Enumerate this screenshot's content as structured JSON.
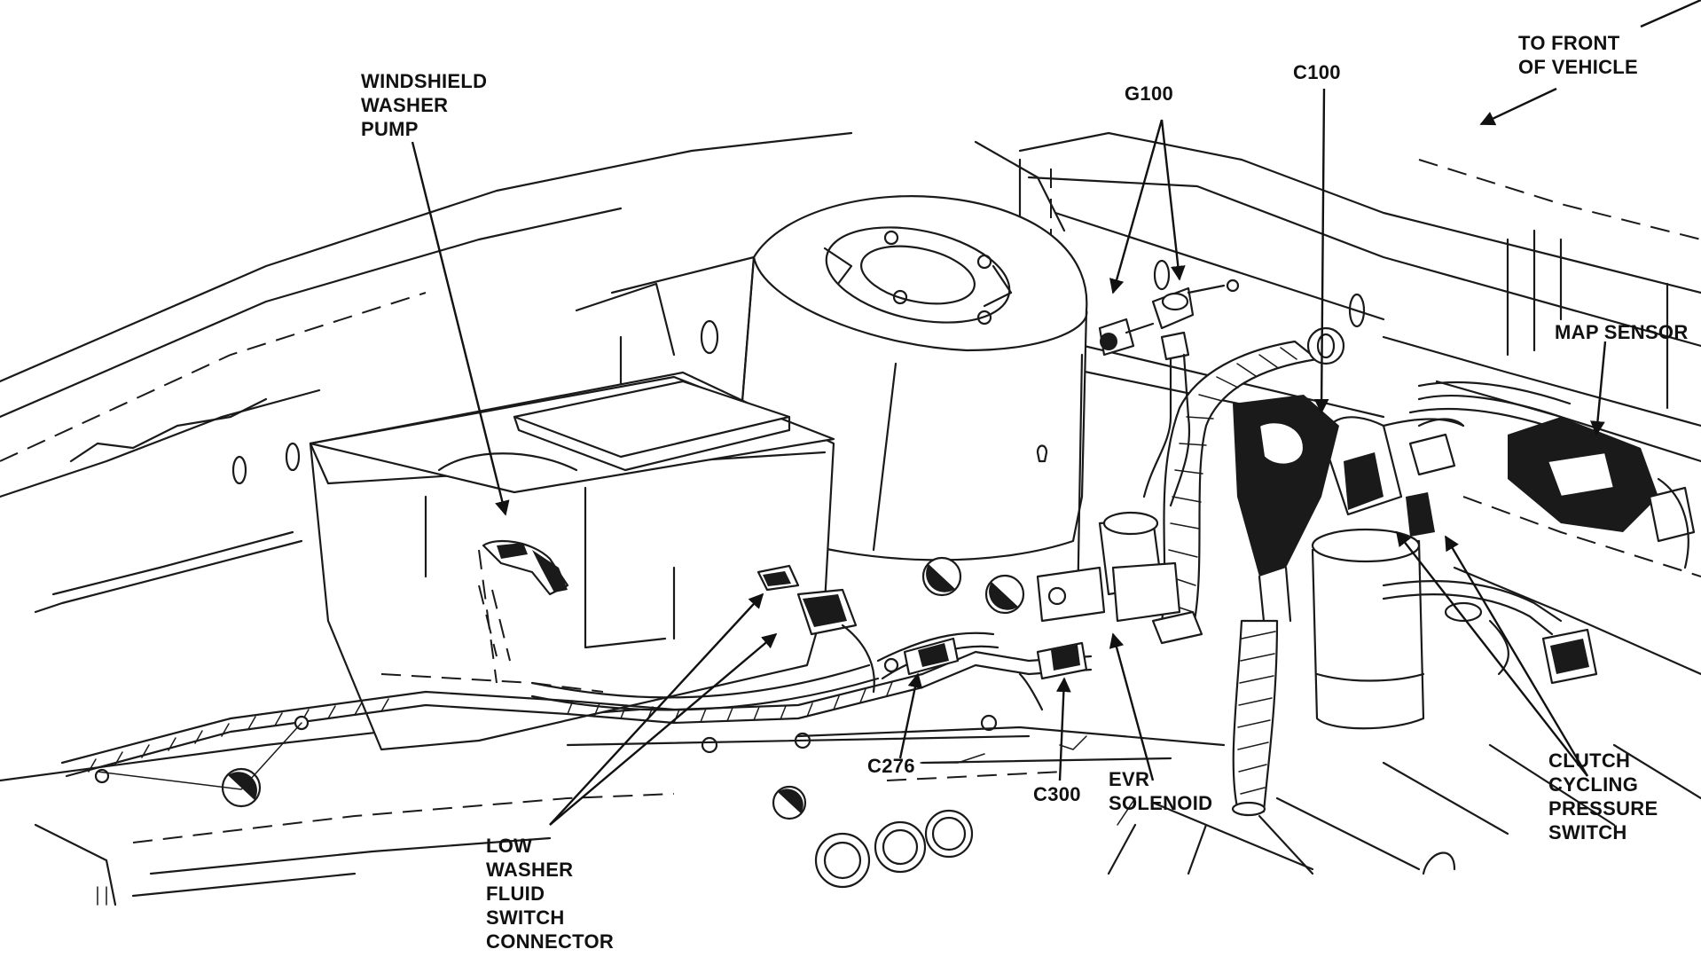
{
  "figure": {
    "labels": {
      "washer_pump": [
        "WINDSHIELD",
        "WASHER",
        "PUMP"
      ],
      "g100": "G100",
      "c100": "C100",
      "front": [
        "TO FRONT",
        "OF VEHICLE"
      ],
      "map_sensor": "MAP SENSOR",
      "clutch_switch": [
        "CLUTCH",
        "CYCLING",
        "PRESSURE",
        "SWITCH"
      ],
      "c276": "C276",
      "c300": "C300",
      "evr_solenoid": [
        "EVR",
        "SOLENOID"
      ],
      "low_washer": [
        "LOW",
        "WASHER",
        "FLUID",
        "SWITCH",
        "CONNECTOR"
      ]
    },
    "colors": {
      "ink": "#1a1a1a",
      "paper": "#ffffff"
    }
  }
}
